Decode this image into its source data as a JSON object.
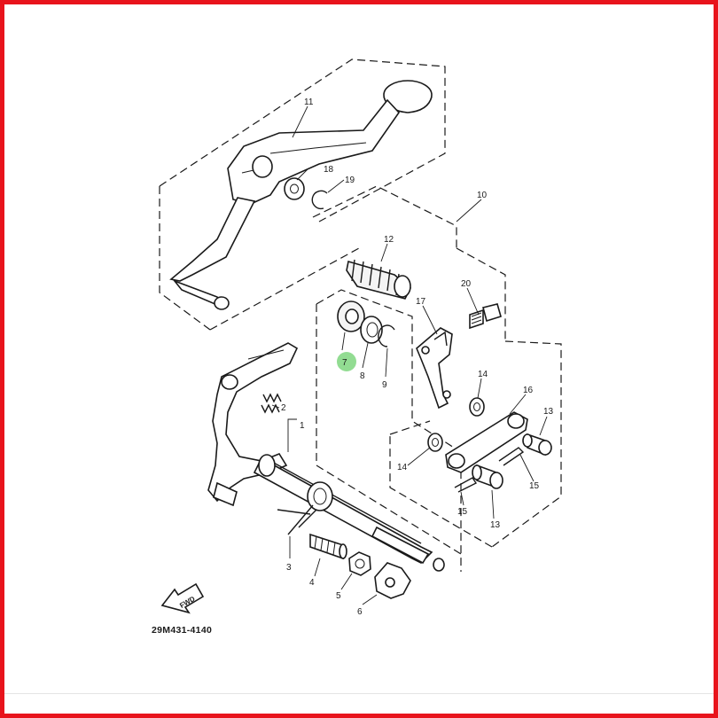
{
  "diagram": {
    "code": "29M431-4140",
    "fwd_label": "FWD",
    "highlight_color": "#7fd67f",
    "frame_color": "#e8141c",
    "callouts": {
      "c1": "1",
      "c2": "2",
      "c3": "3",
      "c4": "4",
      "c5": "5",
      "c6": "6",
      "c7": "7",
      "c8": "8",
      "c9": "9",
      "c10": "10",
      "c11": "11",
      "c12": "12",
      "c13a": "13",
      "c13b": "13",
      "c14a": "14",
      "c14b": "14",
      "c15a": "15",
      "c15b": "15",
      "c16": "16",
      "c17": "17",
      "c18": "18",
      "c19": "19",
      "c20": "20"
    }
  }
}
